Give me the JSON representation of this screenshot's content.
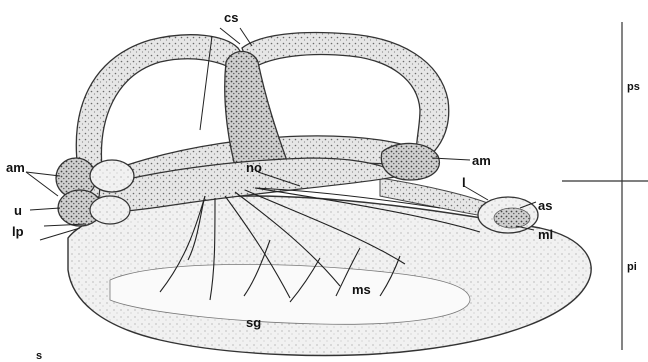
{
  "labels": {
    "cs": "cs",
    "ps": "ps",
    "am_left": "am",
    "am_right": "am",
    "no": "no",
    "l": "l",
    "u": "u",
    "as": "as",
    "lp": "lp",
    "ml": "ml",
    "pi": "pi",
    "ms": "ms",
    "sg": "sg",
    "s": "s"
  }
}
